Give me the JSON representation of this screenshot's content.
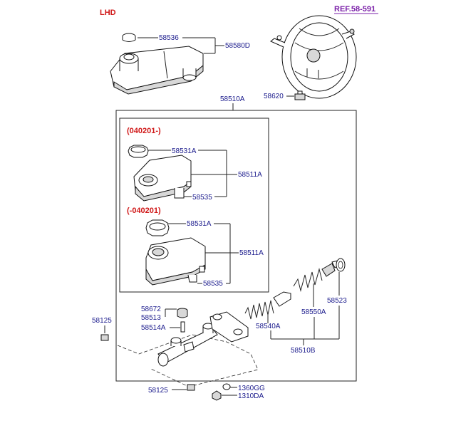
{
  "variant": "LHD",
  "reference": "REF.58-591",
  "notes": {
    "upper_box": "(040201-)",
    "lower_box": "(-040201)"
  },
  "labels": {
    "p58536": "58536",
    "p58580D": "58580D",
    "p58620": "58620",
    "p58510A": "58510A",
    "p58531A_1": "58531A",
    "p58511A_1": "58511A",
    "p58535_1": "58535",
    "p58531A_2": "58531A",
    "p58511A_2": "58511A",
    "p58535_2": "58535",
    "p58672": "58672",
    "p58513": "58513",
    "p58514A": "58514A",
    "p58125_1": "58125",
    "p58540A": "58540A",
    "p58550A": "58550A",
    "p58523": "58523",
    "p58510B": "58510B",
    "p58125_2": "58125",
    "p1360GG": "1360GG",
    "p1310DA": "1310DA"
  }
}
